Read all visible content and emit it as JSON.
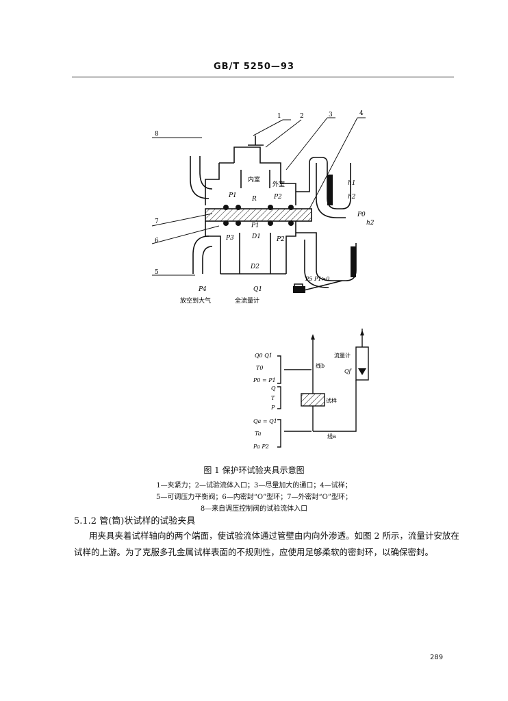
{
  "header": {
    "standard_code": "GB/T 5250—93"
  },
  "figure1": {
    "callouts": [
      "1",
      "2",
      "3",
      "4",
      "5",
      "6",
      "7",
      "8"
    ],
    "labels": {
      "inner_chamber": "内室",
      "outer_chamber": "外室",
      "R": "R",
      "P1": "P1",
      "P2": "P2",
      "P3": "P3",
      "P4": "P4",
      "P5": "P5",
      "P0": "P0",
      "D1": "D1",
      "D2": "D2",
      "Q1": "Q1",
      "h1": "h1",
      "h2": "h2",
      "P5_eq": "P5  P1>0",
      "vent_atmosphere": "放空到大气",
      "to_flowmeter": "全流量计"
    }
  },
  "figure_schematic": {
    "left_top": [
      "Q0  Q1",
      "T0",
      "P0 = P1"
    ],
    "left_mid": [
      "Q",
      "T",
      "P"
    ],
    "left_bottom": [
      "Qa = Q1",
      "Ta",
      "Pa  P2"
    ],
    "line_b": "线b",
    "line_a": "线a",
    "specimen": "试样",
    "flowmeter": "流量计",
    "Qf": "Qf"
  },
  "caption": {
    "title": "图 1   保护环试验夹具示意图",
    "legend1": "1—夹紧力；2—试验流体入口；3—尽量加大的通口；4—试样；",
    "legend2": "5—可调压力平衡阀；6—内密封“O”型环；7—外密封“O”型环；",
    "legend3": "8—来自调压控制阀的试验流体入口"
  },
  "section": {
    "heading": "5.1.2   管(筒)状试样的试验夹具",
    "para1": "用夹具夹着试样轴向的两个端面，使试验流体通过管壁由内向外渗透。如图 2 所示，流量计安放在",
    "para2": "试样的上游。为了克服多孔金属试样表面的不规则性，应使用足够柔软的密封环，以确保密封。"
  },
  "page_number": "289"
}
